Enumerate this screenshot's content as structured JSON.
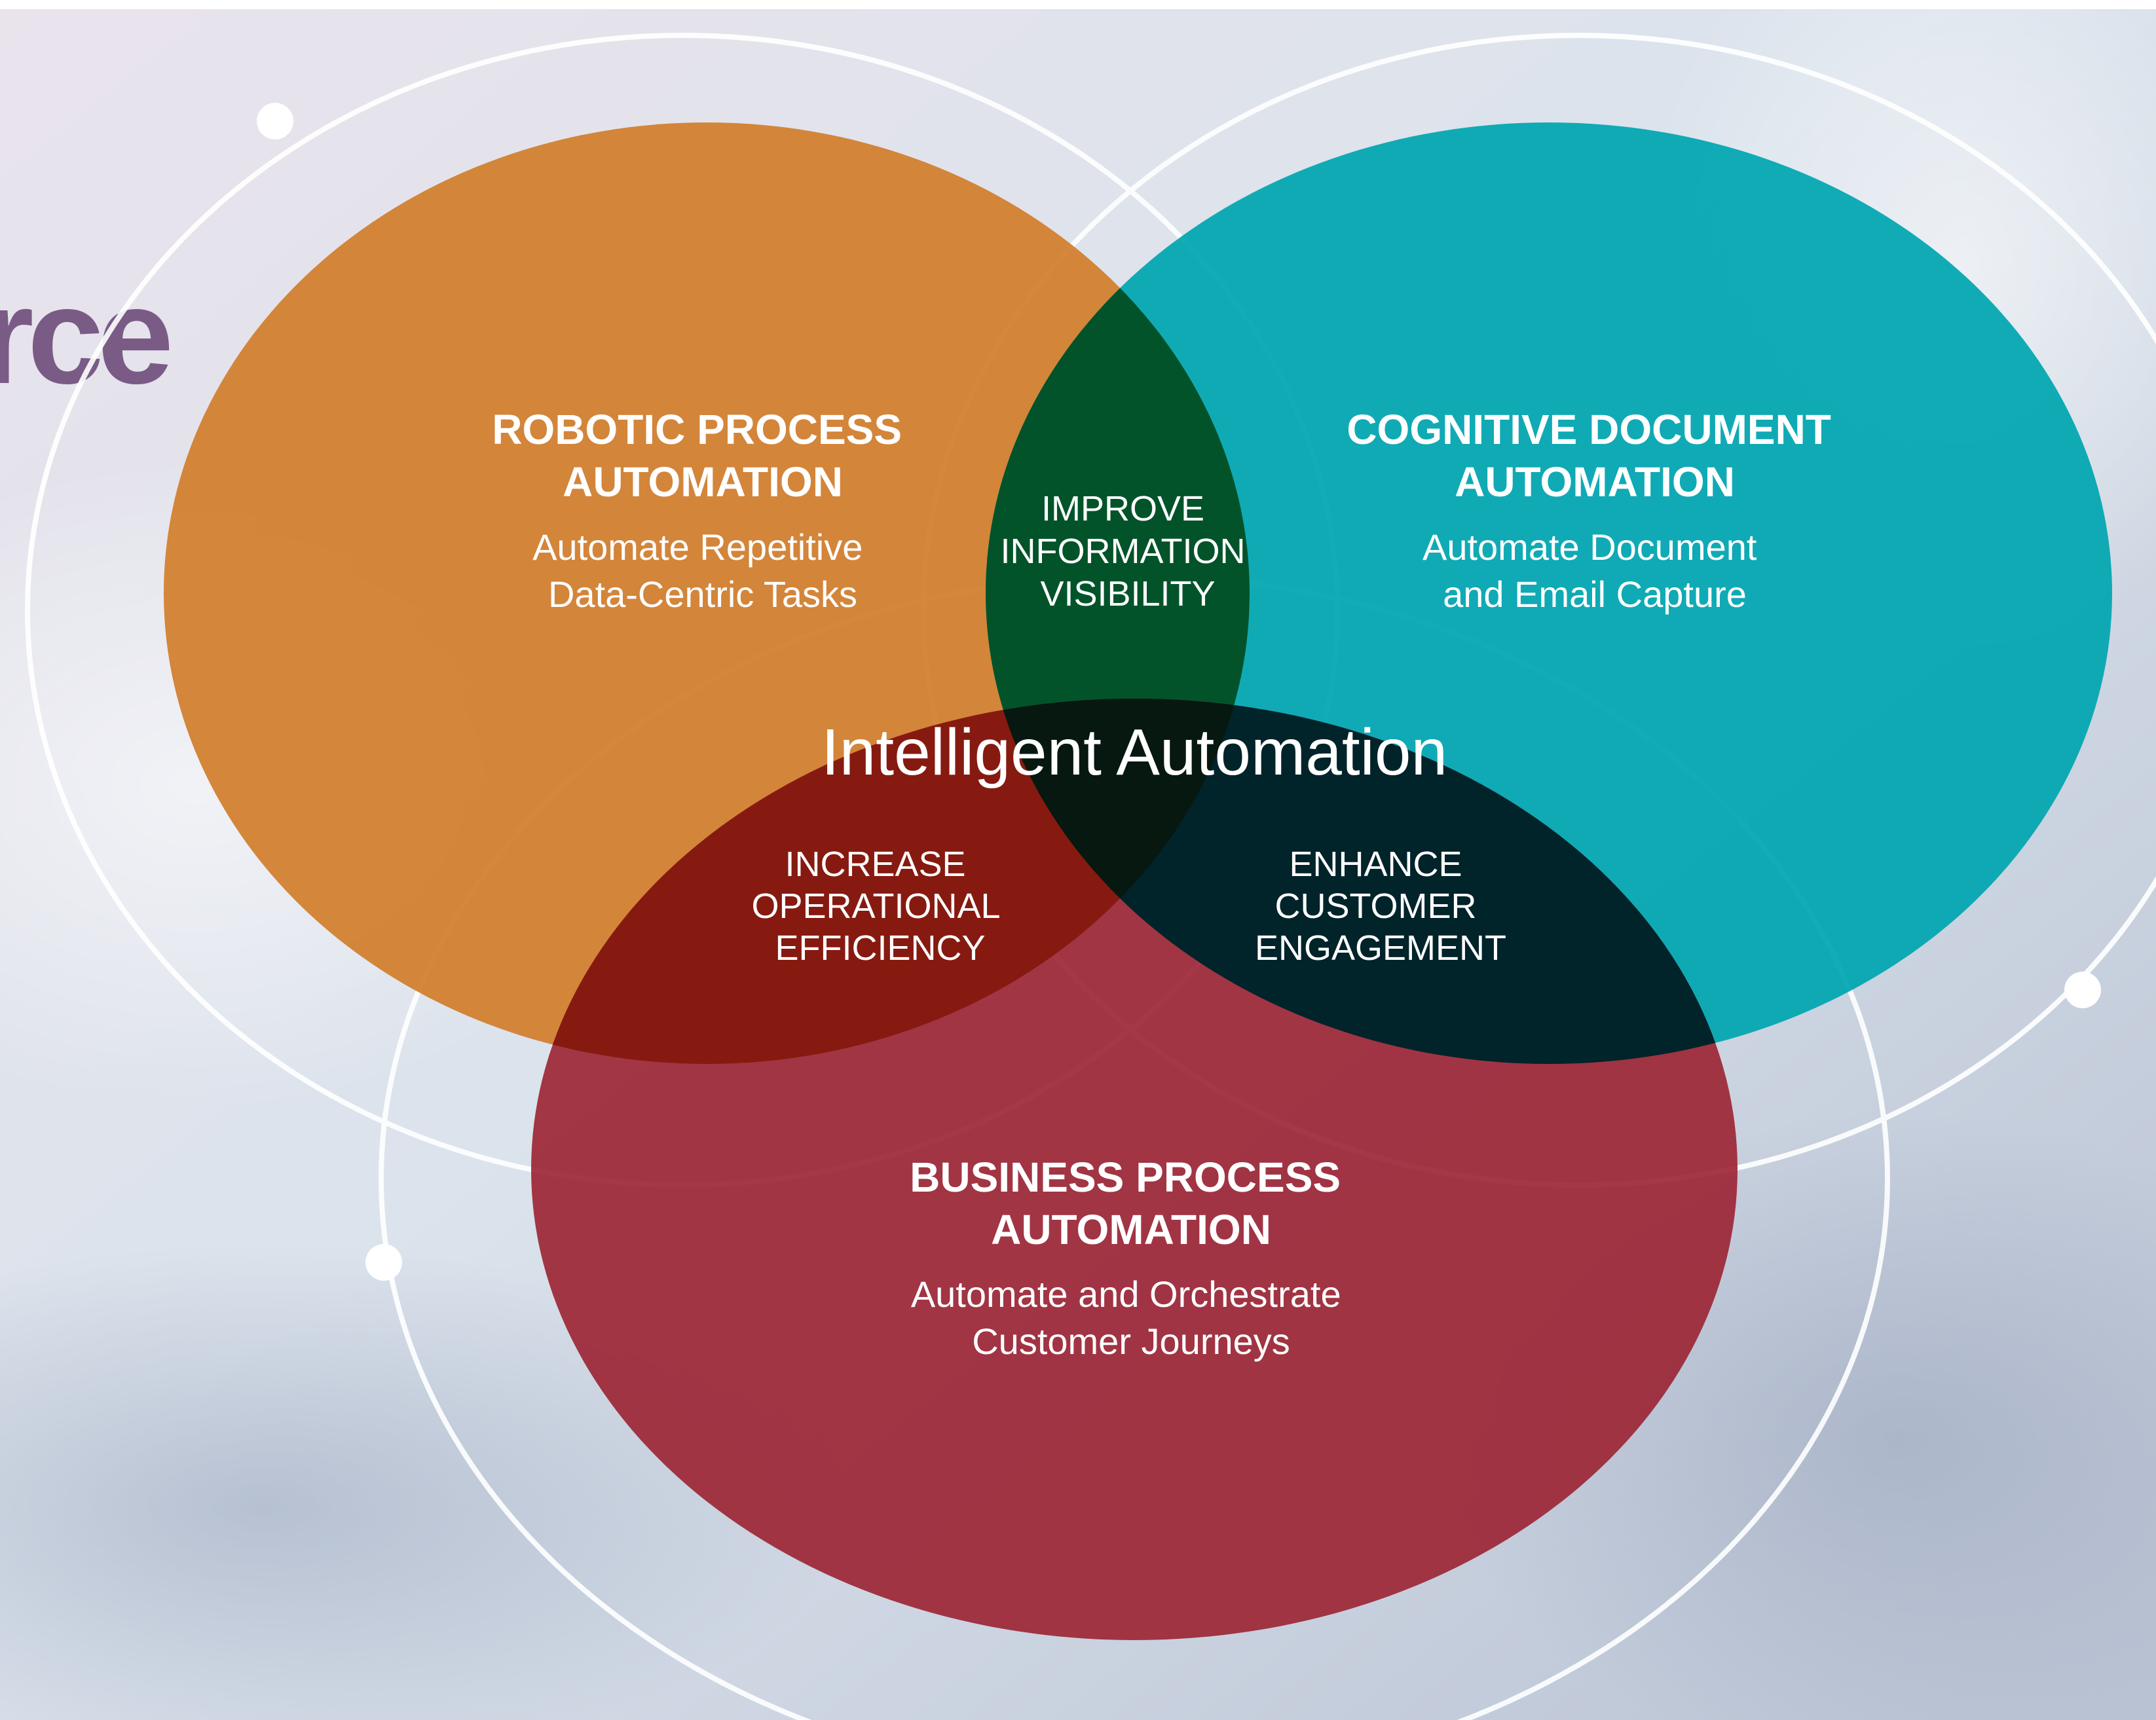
{
  "brand_fragment": "rce",
  "center_title": "Intelligent Automation",
  "circles": {
    "rpa": {
      "title_lines": [
        "ROBOTIC PROCESS",
        "AUTOMATION"
      ],
      "desc_lines": [
        "Automate Repetitive",
        "Data-Centric Tasks"
      ],
      "color": "#d27e2c"
    },
    "cda": {
      "title_lines": [
        "COGNITIVE DOCUMENT",
        "AUTOMATION"
      ],
      "desc_lines": [
        "Automate Document",
        "and Email Capture"
      ],
      "color": "#00a6b0"
    },
    "bpa": {
      "title_lines": [
        "BUSINESS PROCESS",
        "AUTOMATION"
      ],
      "desc_lines": [
        "Automate and Orchestrate",
        "Customer Journeys"
      ],
      "color": "#9b2232"
    }
  },
  "overlaps": {
    "rpa_cda": {
      "lines": [
        "IMPROVE",
        "INFORMATION",
        "VISIBILITY"
      ],
      "color": "#03532a"
    },
    "rpa_bpa": {
      "lines": [
        "INCREASE",
        "OPERATIONAL",
        "EFFICIENCY"
      ],
      "color": "#861a10"
    },
    "cda_bpa": {
      "lines": [
        "ENHANCE",
        "CUSTOMER",
        "ENGAGEMENT"
      ],
      "color": "#01232a"
    },
    "all": {
      "color": "#061810"
    }
  }
}
